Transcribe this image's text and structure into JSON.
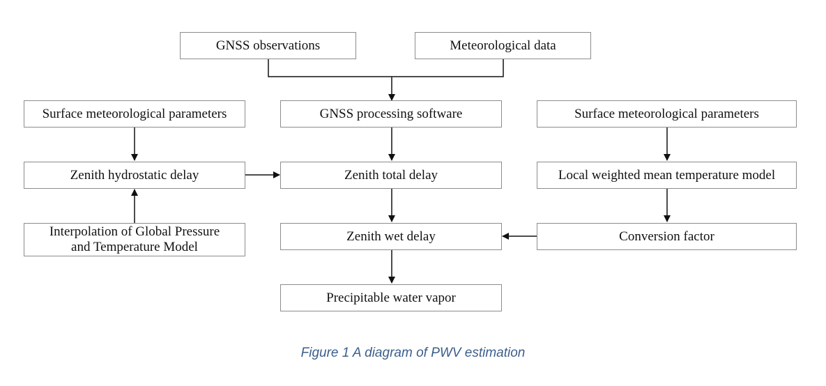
{
  "nodes": {
    "gnss_observations": "GNSS observations",
    "meteorological_data": "Meteorological data",
    "surface_params_left": "Surface meteorological parameters",
    "gnss_processing": "GNSS processing software",
    "surface_params_right": "Surface meteorological parameters",
    "zenith_hydrostatic": "Zenith hydrostatic delay",
    "zenith_total": "Zenith total delay",
    "local_tm_model": "Local weighted mean temperature model",
    "gpt_interp": "Interpolation of Global Pressure\nand Temperature Model",
    "zenith_wet": "Zenith wet delay",
    "conversion_factor": "Conversion factor",
    "pwv": "Precipitable water vapor"
  },
  "edges": [
    {
      "from": "gnss_observations",
      "to": "gnss_processing"
    },
    {
      "from": "meteorological_data",
      "to": "gnss_processing"
    },
    {
      "from": "surface_params_left",
      "to": "zenith_hydrostatic"
    },
    {
      "from": "gpt_interp",
      "to": "zenith_hydrostatic"
    },
    {
      "from": "gnss_processing",
      "to": "zenith_total"
    },
    {
      "from": "zenith_hydrostatic",
      "to": "zenith_total"
    },
    {
      "from": "zenith_total",
      "to": "zenith_wet"
    },
    {
      "from": "surface_params_right",
      "to": "local_tm_model"
    },
    {
      "from": "local_tm_model",
      "to": "conversion_factor"
    },
    {
      "from": "conversion_factor",
      "to": "zenith_wet"
    },
    {
      "from": "zenith_wet",
      "to": "pwv"
    }
  ],
  "caption": "Figure 1 A diagram of PWV estimation",
  "colors": {
    "box_border": "#8c8c8c",
    "line": "#111111",
    "caption": "#3b5e8c"
  }
}
